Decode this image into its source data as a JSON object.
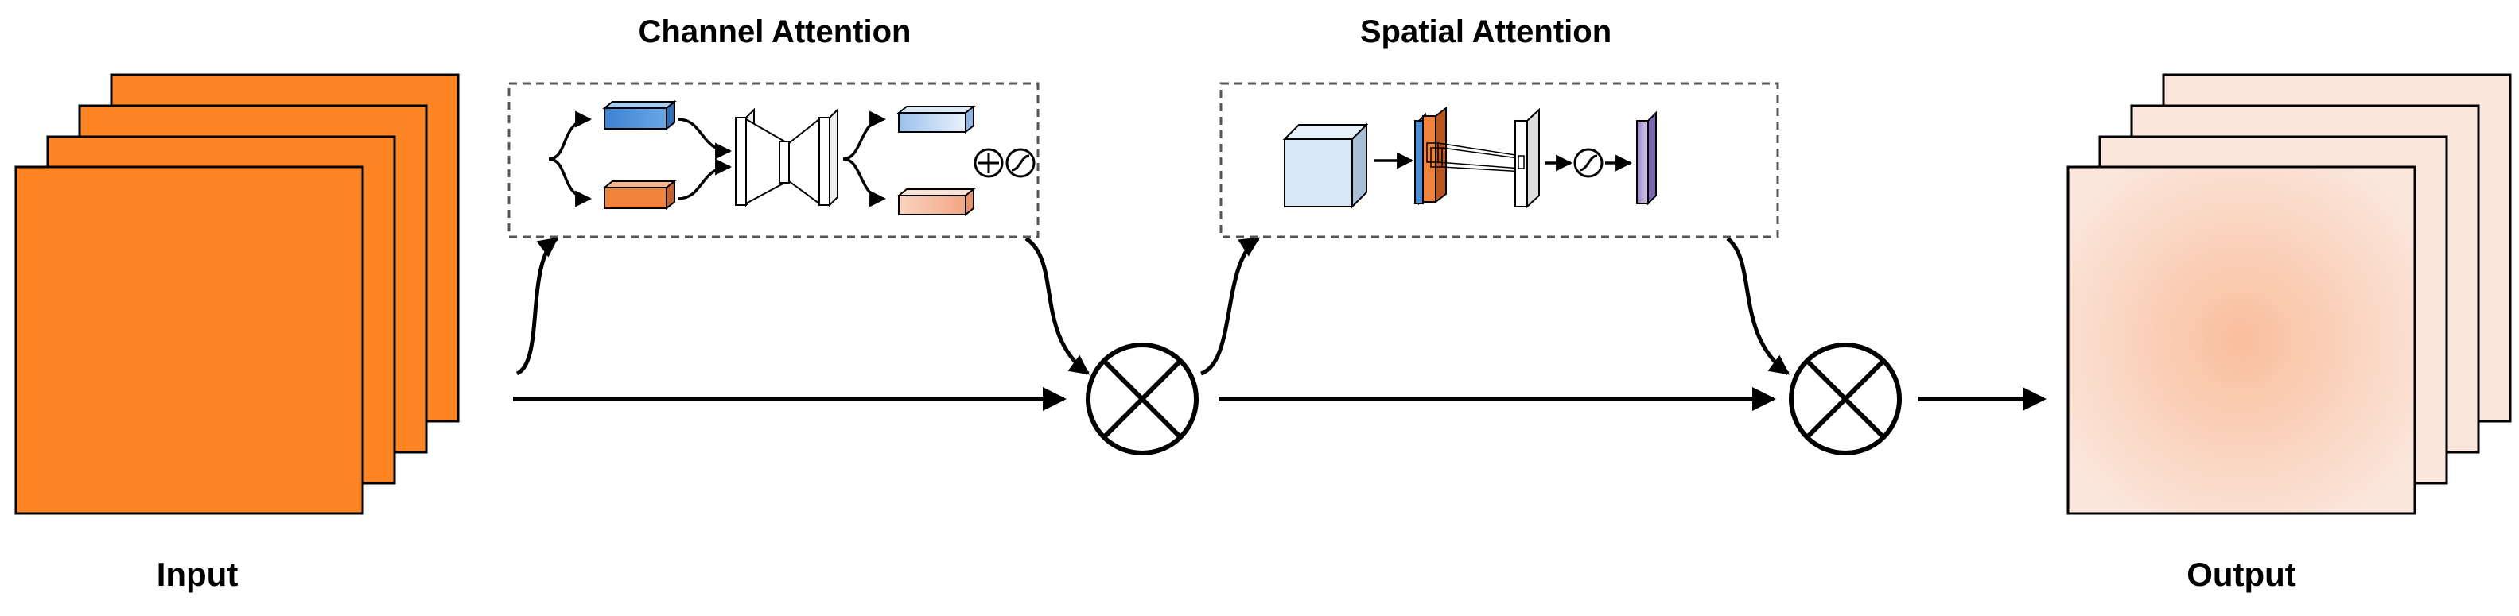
{
  "labels": {
    "channel_attention": "Channel Attention",
    "spatial_attention": "Spatial Attention",
    "input": "Input",
    "output": "Output"
  },
  "colors": {
    "input_fill": "#FF8424",
    "output_fill_edge": "#FBE1D6",
    "output_fill_center": "#F9BE9C",
    "blue_bar": "#4A8FD8",
    "orange_bar": "#F0823A",
    "light_blue_bar": "#C9DCF4",
    "light_orange_bar": "#F8C4A8",
    "cube_face": "#D8E8F7",
    "stroke": "#000000",
    "dashed_box": "#555555"
  },
  "icons": {
    "multiply_operator": "circle-times-icon",
    "add_operator": "circle-plus-icon",
    "sigmoid_operator": "sigmoid-icon"
  }
}
